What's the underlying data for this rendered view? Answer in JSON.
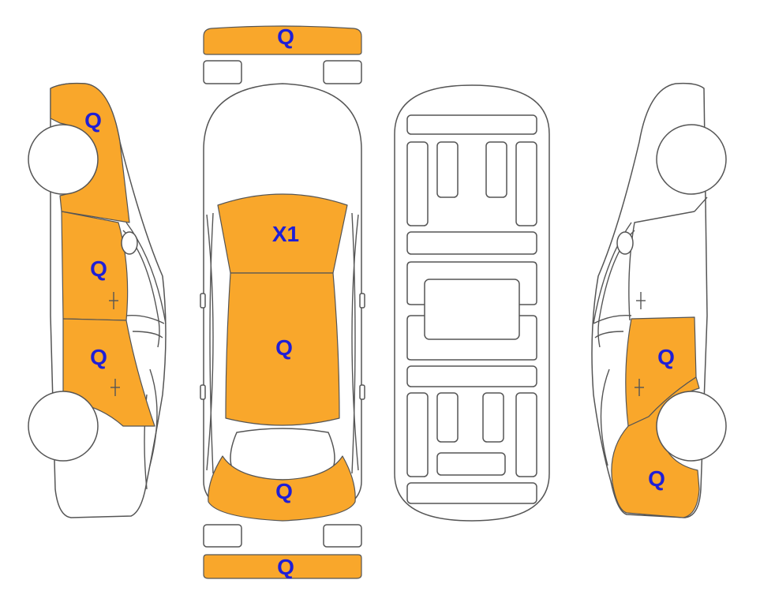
{
  "colors": {
    "damage_fill": "#f9a72b",
    "label_text": "#1f1fd6",
    "outline": "#555555",
    "background": "#ffffff"
  },
  "labels": {
    "front_bumper": "Q",
    "left_front_fender": "Q",
    "left_front_door": "Q",
    "left_rear_door": "Q",
    "hood": "X1",
    "roof": "Q",
    "trunk_lid": "Q",
    "right_rear_door": "Q",
    "right_rear_quarter": "Q",
    "rear_bumper": "Q"
  }
}
